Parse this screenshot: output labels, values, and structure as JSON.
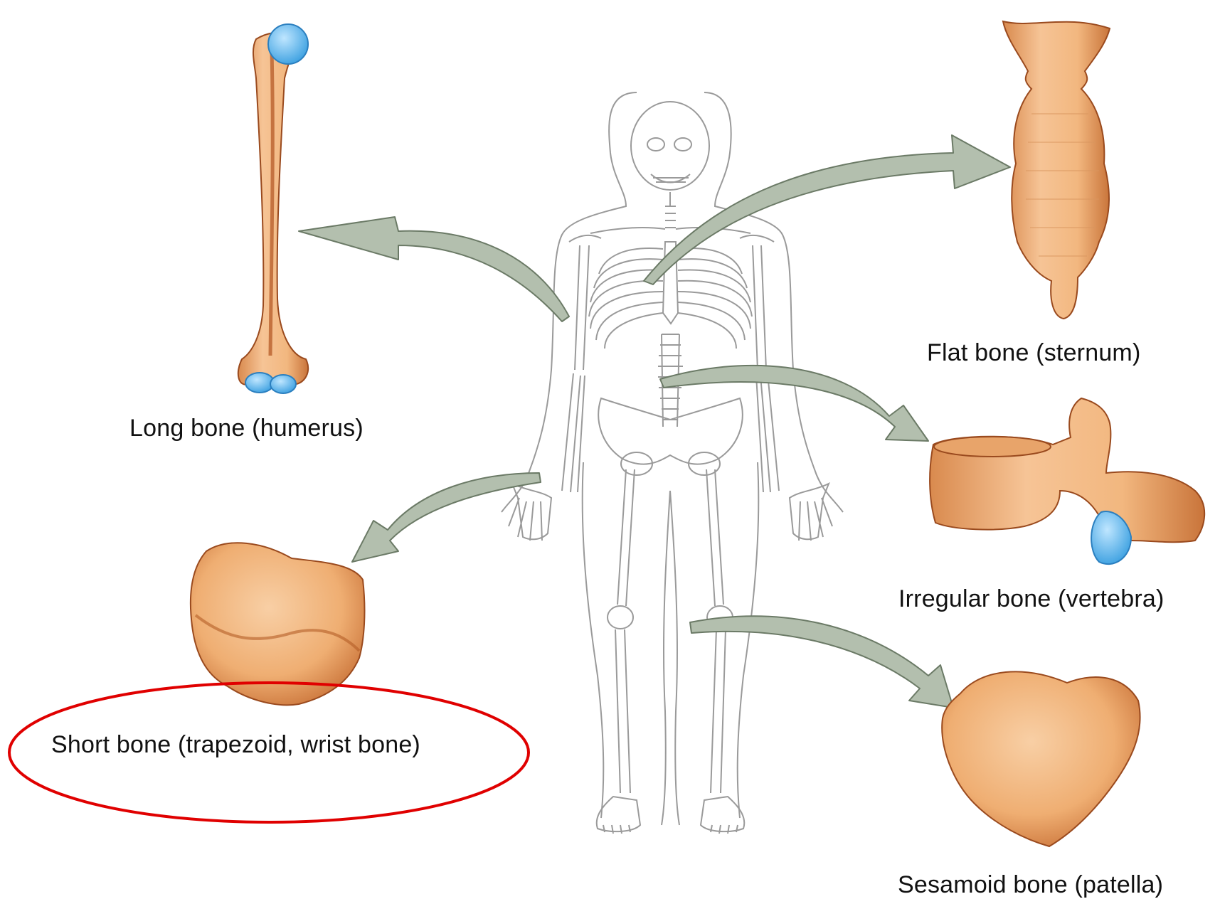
{
  "labels": {
    "long": "Long bone (humerus)",
    "flat": "Flat bone (sternum)",
    "irregular": "Irregular bone (vertebra)",
    "short": "Short bone (trapezoid, wrist bone)",
    "sesamoid": "Sesamoid bone (patella)"
  },
  "colors": {
    "bone_fill": "#f2b77f",
    "bone_shadow": "#c8692f",
    "cartilage_blue": "#5fb8ee",
    "arrow_fill": "#b3bfae",
    "arrow_stroke": "#6b7a66",
    "skeleton_line": "#9a9a9a",
    "highlight_ellipse": "#e00000"
  }
}
